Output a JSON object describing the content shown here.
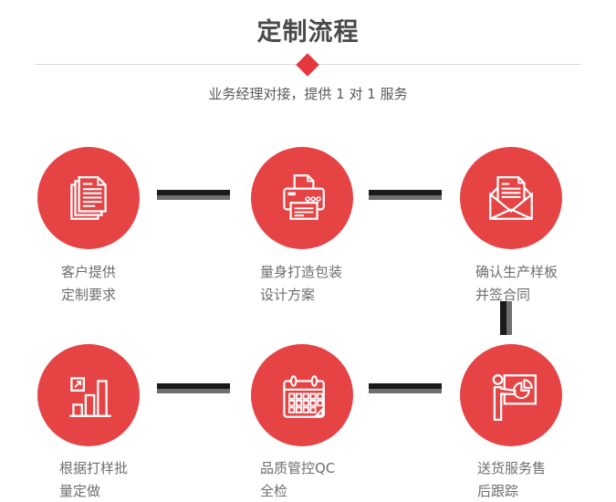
{
  "header": {
    "title": "定制流程",
    "subtitle": "业务经理对接，提供 1 对 1 服务"
  },
  "colors": {
    "accent_red": "#e64345",
    "diamond_red": "#e6393e",
    "divider_gray": "#d9d9d9",
    "connector_black": "#1a1a1a",
    "connector_gray": "#6e6e6e",
    "title_text": "#4a4a4a",
    "subtitle_text": "#595959",
    "label_text": "#6e6e6e",
    "icon_stroke": "#ffffff"
  },
  "steps": [
    {
      "id": 1,
      "icon": "documents-icon",
      "label_lines": [
        "客户提供",
        "定制要求"
      ]
    },
    {
      "id": 2,
      "icon": "printer-icon",
      "label_lines": [
        "量身打造包装",
        "设计方案"
      ]
    },
    {
      "id": 3,
      "icon": "envelope-icon",
      "label_lines": [
        "确认生产样板",
        "并签合同"
      ]
    },
    {
      "id": 4,
      "icon": "bar-chart-icon",
      "label_lines": [
        "根据打样批",
        "量定做"
      ]
    },
    {
      "id": 5,
      "icon": "calendar-icon",
      "label_lines": [
        "品质管控QC",
        "全检"
      ]
    },
    {
      "id": 6,
      "icon": "presentation-icon",
      "label_lines": [
        "送货服务售",
        "后跟踪"
      ]
    }
  ]
}
